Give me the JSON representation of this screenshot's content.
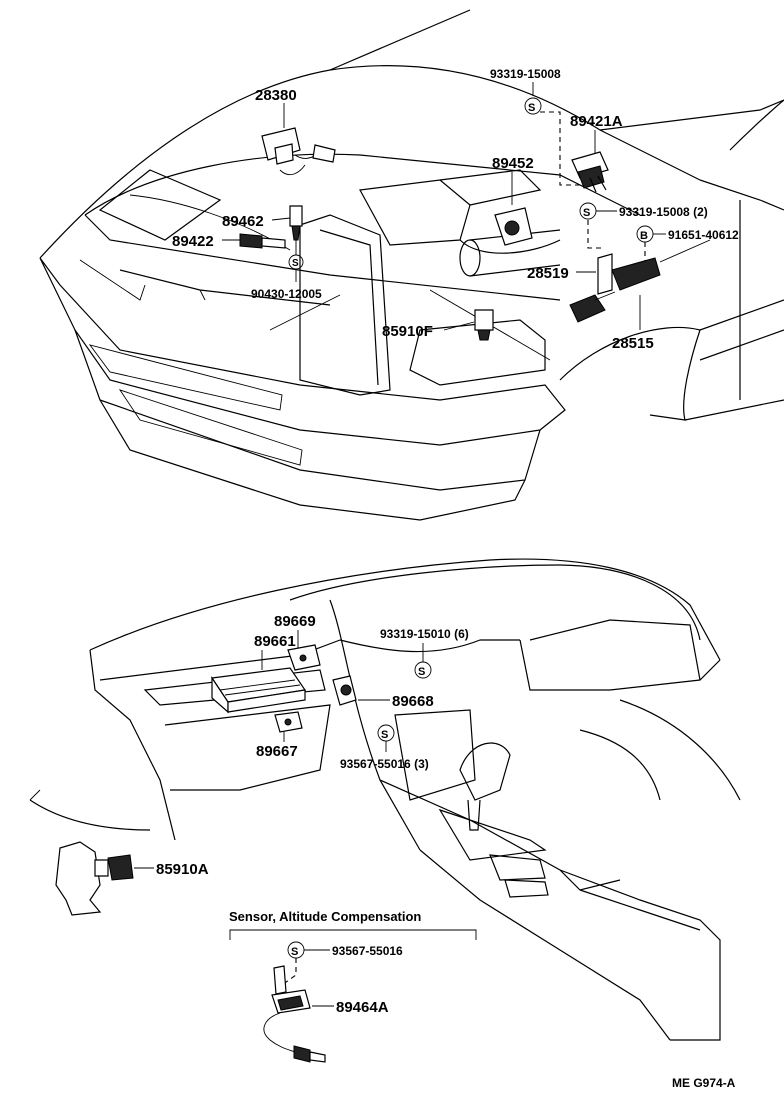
{
  "labels": {
    "p28380": "28380",
    "p93319_15008_top": "93319-15008",
    "p89421A": "89421A",
    "p89452": "89452",
    "p89462": "89462",
    "p89422": "89422",
    "p93319_15008_2": "93319-15008 (2)",
    "p91651_40612": "91651-40612",
    "p28519": "28519",
    "p90430_12005": "90430-12005",
    "p85910F": "85910F",
    "p28515": "28515",
    "p89669": "89669",
    "p89661": "89661",
    "p93319_15010_6": "93319-15010 (6)",
    "p89668": "89668",
    "p89667": "89667",
    "p93567_55016_3": "93567-55016 (3)",
    "p85910A": "85910A",
    "p93567_55016": "93567-55016",
    "p89464A": "89464A"
  },
  "section_title": "Sensor, Altitude Compensation",
  "symbols": {
    "s": "S",
    "b": "B"
  },
  "footer": "ME  G974-A"
}
